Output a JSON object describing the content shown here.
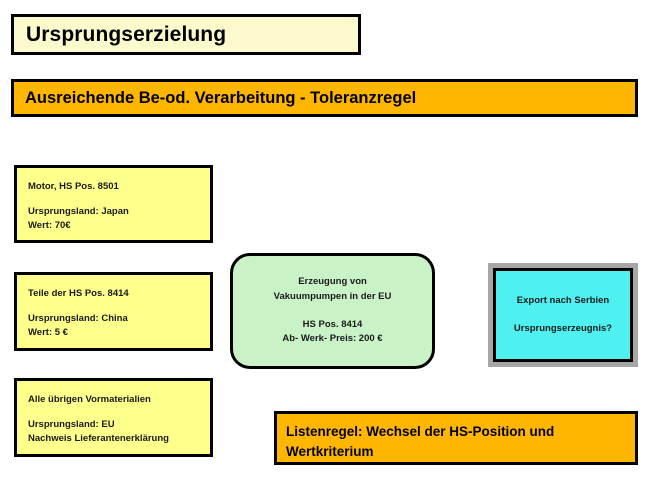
{
  "slide": {
    "title": "Ursprungserzielung",
    "banner": "Ausreichende Be-od. Verarbeitung - Toleranzregel",
    "colors": {
      "title_fill": "#fcfacd",
      "banner_fill": "#ffb600",
      "material_fill": "#ffff8c",
      "process_fill": "#c9f2c7",
      "export_fill": "#4ff0f0",
      "export_frame": "#a6a6a6",
      "rule_fill": "#ffb600",
      "outline": "#000000",
      "text": "#1a1a1a"
    }
  },
  "materials": [
    {
      "heading": "Motor, HS Pos. 8501",
      "origin": "Ursprungsland: Japan",
      "value": "Wert: 70€"
    },
    {
      "heading": "Teile der HS Pos. 8414",
      "origin": "Ursprungsland: China",
      "value": "Wert: 5 €"
    },
    {
      "heading": "Alle übrigen Vormaterialien",
      "origin": "Ursprungsland: EU",
      "value": "Nachweis Lieferantenerklärung"
    }
  ],
  "process": {
    "line1": "Erzeugung von",
    "line2": "Vakuumpumpen in der EU",
    "line3": "HS Pos. 8414",
    "line4": "Ab- Werk- Preis: 200 €"
  },
  "export": {
    "line1": "Export nach Serbien",
    "line2": "Ursprungserzeugnis?"
  },
  "rule": {
    "line1": "Listenregel: Wechsel der HS-Position und",
    "line2": "Wertkriterium"
  }
}
